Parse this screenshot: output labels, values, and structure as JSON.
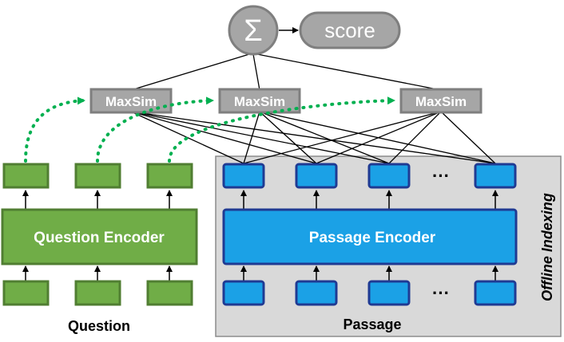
{
  "sum_symbol": "Σ",
  "score_label": "score",
  "maxsim_labels": [
    "MaxSim",
    "MaxSim",
    "MaxSim"
  ],
  "question_encoder_label": "Question Encoder",
  "passage_encoder_label": "Passage Encoder",
  "question_label": "Question",
  "passage_label": "Passage",
  "offline_indexing_label": "Offline Indexing",
  "ellipsis_top": "···",
  "ellipsis_bottom": "···",
  "colors": {
    "question_fill": "#70ad47",
    "question_stroke": "#507e32",
    "passage_fill": "#1ba1e6",
    "passage_stroke": "#1f3a93",
    "maxsim_fill": "#a6a6a6",
    "maxsim_stroke": "#7f7f7f",
    "offline_bg": "#d9d9d9",
    "dotted_link": "#00b050"
  }
}
